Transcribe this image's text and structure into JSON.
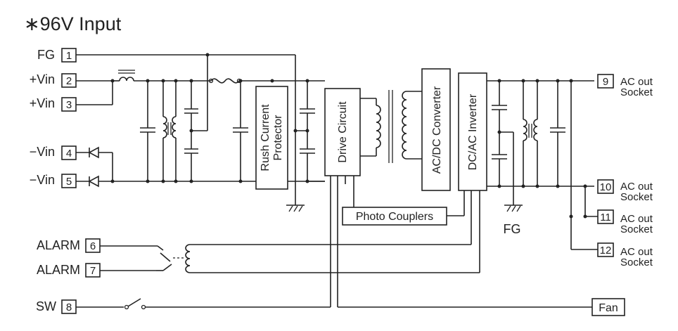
{
  "title": "∗96V Input",
  "pins": [
    {
      "label": "FG",
      "num": "1"
    },
    {
      "label": "+Vin",
      "num": "2"
    },
    {
      "label": "+Vin",
      "num": "3"
    },
    {
      "label": "−Vin",
      "num": "4"
    },
    {
      "label": "−Vin",
      "num": "5"
    },
    {
      "label": "ALARM",
      "num": "6"
    },
    {
      "label": "ALARM",
      "num": "7"
    },
    {
      "label": "SW",
      "num": "8"
    }
  ],
  "outputs": [
    {
      "num": "9",
      "line1": "AC out",
      "line2": "Socket"
    },
    {
      "num": "10",
      "line1": "AC out",
      "line2": "Socket"
    },
    {
      "num": "11",
      "line1": "AC out",
      "line2": "Socket"
    },
    {
      "num": "12",
      "line1": "AC out",
      "line2": "Socket"
    }
  ],
  "blocks": {
    "rush_line1": "Rush Current",
    "rush_line2": "Protector",
    "drive": "Drive Circuit",
    "acdc": "AC/DC Converter",
    "dcac": "DC/AC  Inverter",
    "photo": "Photo Couplers",
    "fan": "Fan"
  },
  "ground_label": "FG"
}
